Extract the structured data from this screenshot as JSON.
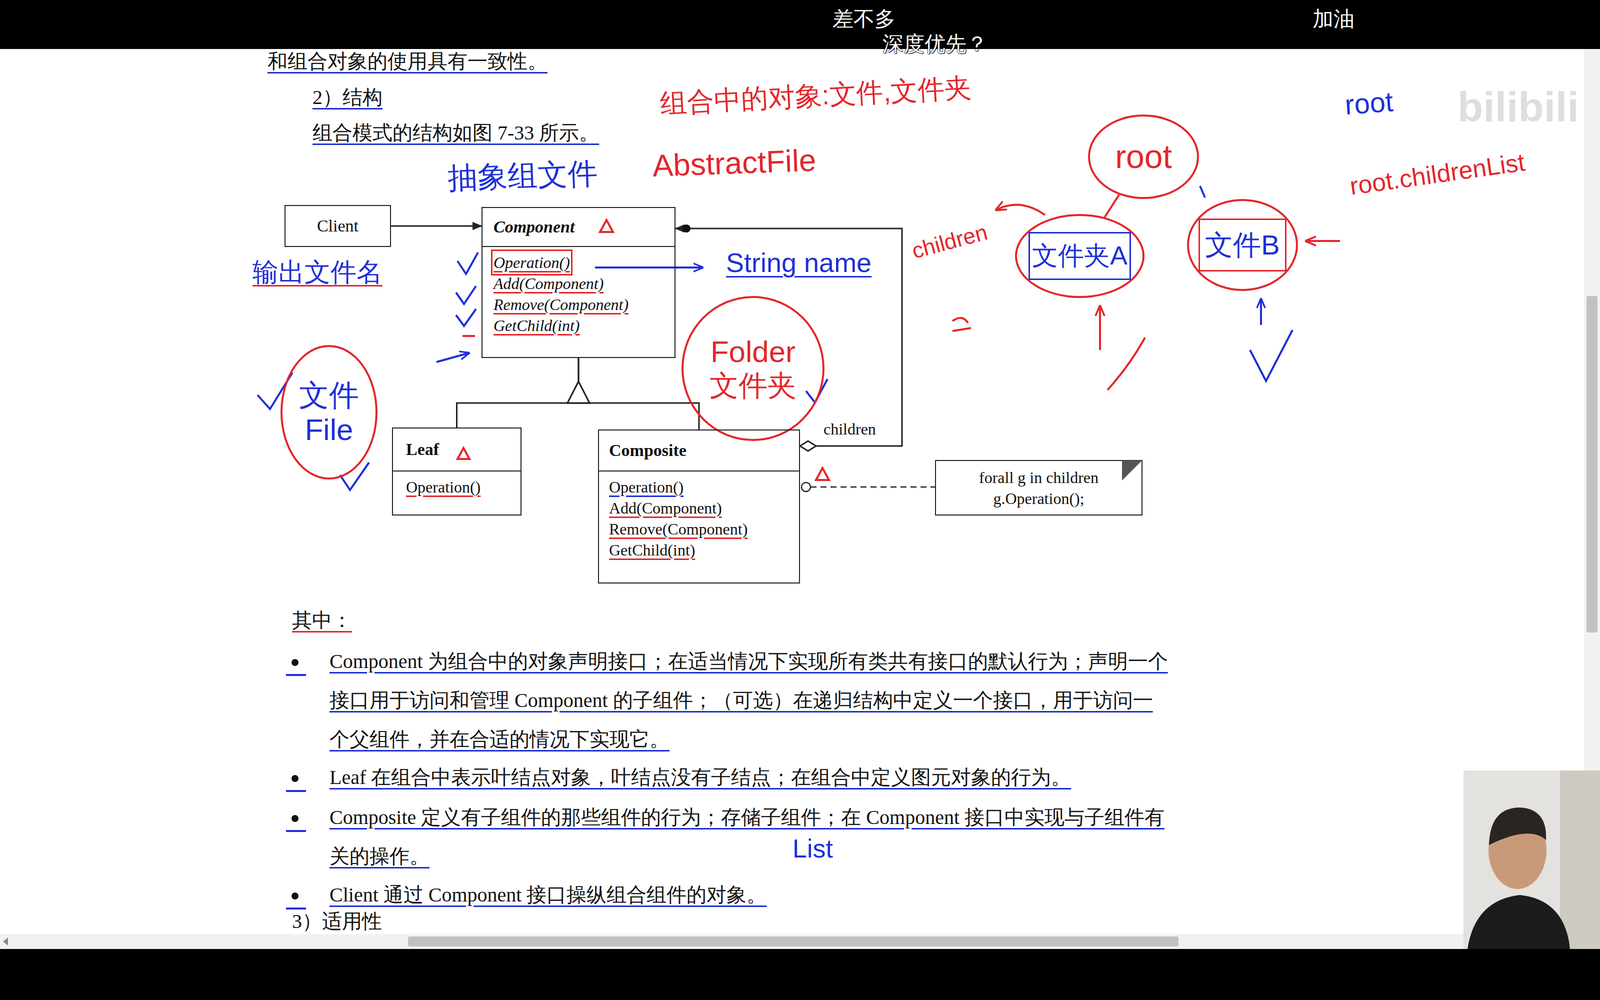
{
  "diagram": {
    "nodes": [
      {
        "text": [
          "Client"
        ]
      },
      {
        "text": [
          "Component",
          "Operation()",
          "Add(Component)",
          "Remove(Component)",
          "GetChild(int)"
        ]
      },
      {
        "text": [
          "文件",
          "File"
        ]
      },
      {
        "text": [
          "Folder",
          "文件夹"
        ]
      },
      {
        "text": [
          "Leaf",
          "Operation()"
        ]
      },
      {
        "text": [
          "Composite",
          "Operation()",
          "Add(Component)",
          "Remove(Component)",
          "GetChild(int)"
        ]
      },
      {
        "text": [
          "forall g in children g.Operation();"
        ]
      },
      {
        "text": [
          "root"
        ]
      },
      {
        "text": [
          "文件夹A"
        ]
      },
      {
        "text": [
          "文件B"
        ]
      }
    ],
    "edges": [
      {
        "from": 0,
        "to": 1,
        "arrow": "to"
      },
      {
        "from": 4,
        "to": 1,
        "arrow": "to"
      },
      {
        "from": 5,
        "to": 1,
        "arrow": "to"
      },
      {
        "from": 5,
        "to": 1,
        "arrow": "to",
        "label": "children"
      },
      {
        "from": 5,
        "to": 6,
        "arrow": "none"
      },
      {
        "from": 7,
        "to": 8,
        "arrow": "none"
      }
    ],
    "labels": [
      "差不多",
      "深度优先？",
      "加油",
      "和组合对象的使用具有一致性。",
      "2）结构",
      "组合模式的结构如图 7-33 所示。",
      "组合中的对象:文件,文件夹",
      "AbstractFile",
      "抽象组文件",
      "输出文件名",
      "String name",
      "children",
      "root.childrenList",
      "root",
      "bilibili",
      "其中：",
      "Component 为组合中的对象声明接口；在适当情况下实现所有类共有接口的默认行为；声明一个接口用于访问和管理 Component 的子组件；（可选）在递归结构中定义一个接口，用于访问一个父组件，并在合适的情况下实现它。",
      "Leaf 在组合中表示叶结点对象，叶结点没有子结点；在组合中定义图元对象的行为。",
      "Composite 定义有子组件的那些组件的行为；存储子组件；在 Component 接口中实现与子组件有关的操作。",
      "Client 通过 Component 接口操纵组合组件的对象。",
      "List",
      "3）适用性"
    ]
  }
}
